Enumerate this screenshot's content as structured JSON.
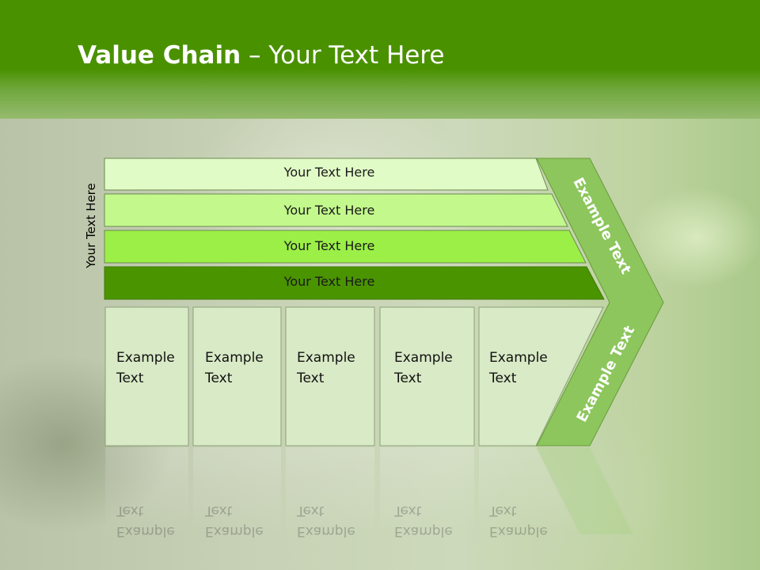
{
  "slide": {
    "title_bold": "Value Chain",
    "title_rest": " – Your Text Here",
    "vertical_label": "Your Text Here"
  },
  "rows": [
    {
      "label": "Your Text Here",
      "color": "#e1fbc7"
    },
    {
      "label": "Your Text Here",
      "color": "#c3f88c"
    },
    {
      "label": "Your Text Here",
      "color": "#9bef47"
    },
    {
      "label": "Your Text Here",
      "color": "#4a9400"
    }
  ],
  "cells": [
    {
      "line1": "Example",
      "line2": "Text"
    },
    {
      "line1": "Example",
      "line2": "Text"
    },
    {
      "line1": "Example",
      "line2": "Text"
    },
    {
      "line1": "Example",
      "line2": "Text"
    },
    {
      "line1": "Example",
      "line2": "Text"
    }
  ],
  "arrow": {
    "upper_label": "Example Text",
    "lower_label": "Example Text",
    "color": "#8cc65c"
  },
  "colors": {
    "header": "#4a9100",
    "cell_fill": "#d9eac6"
  }
}
